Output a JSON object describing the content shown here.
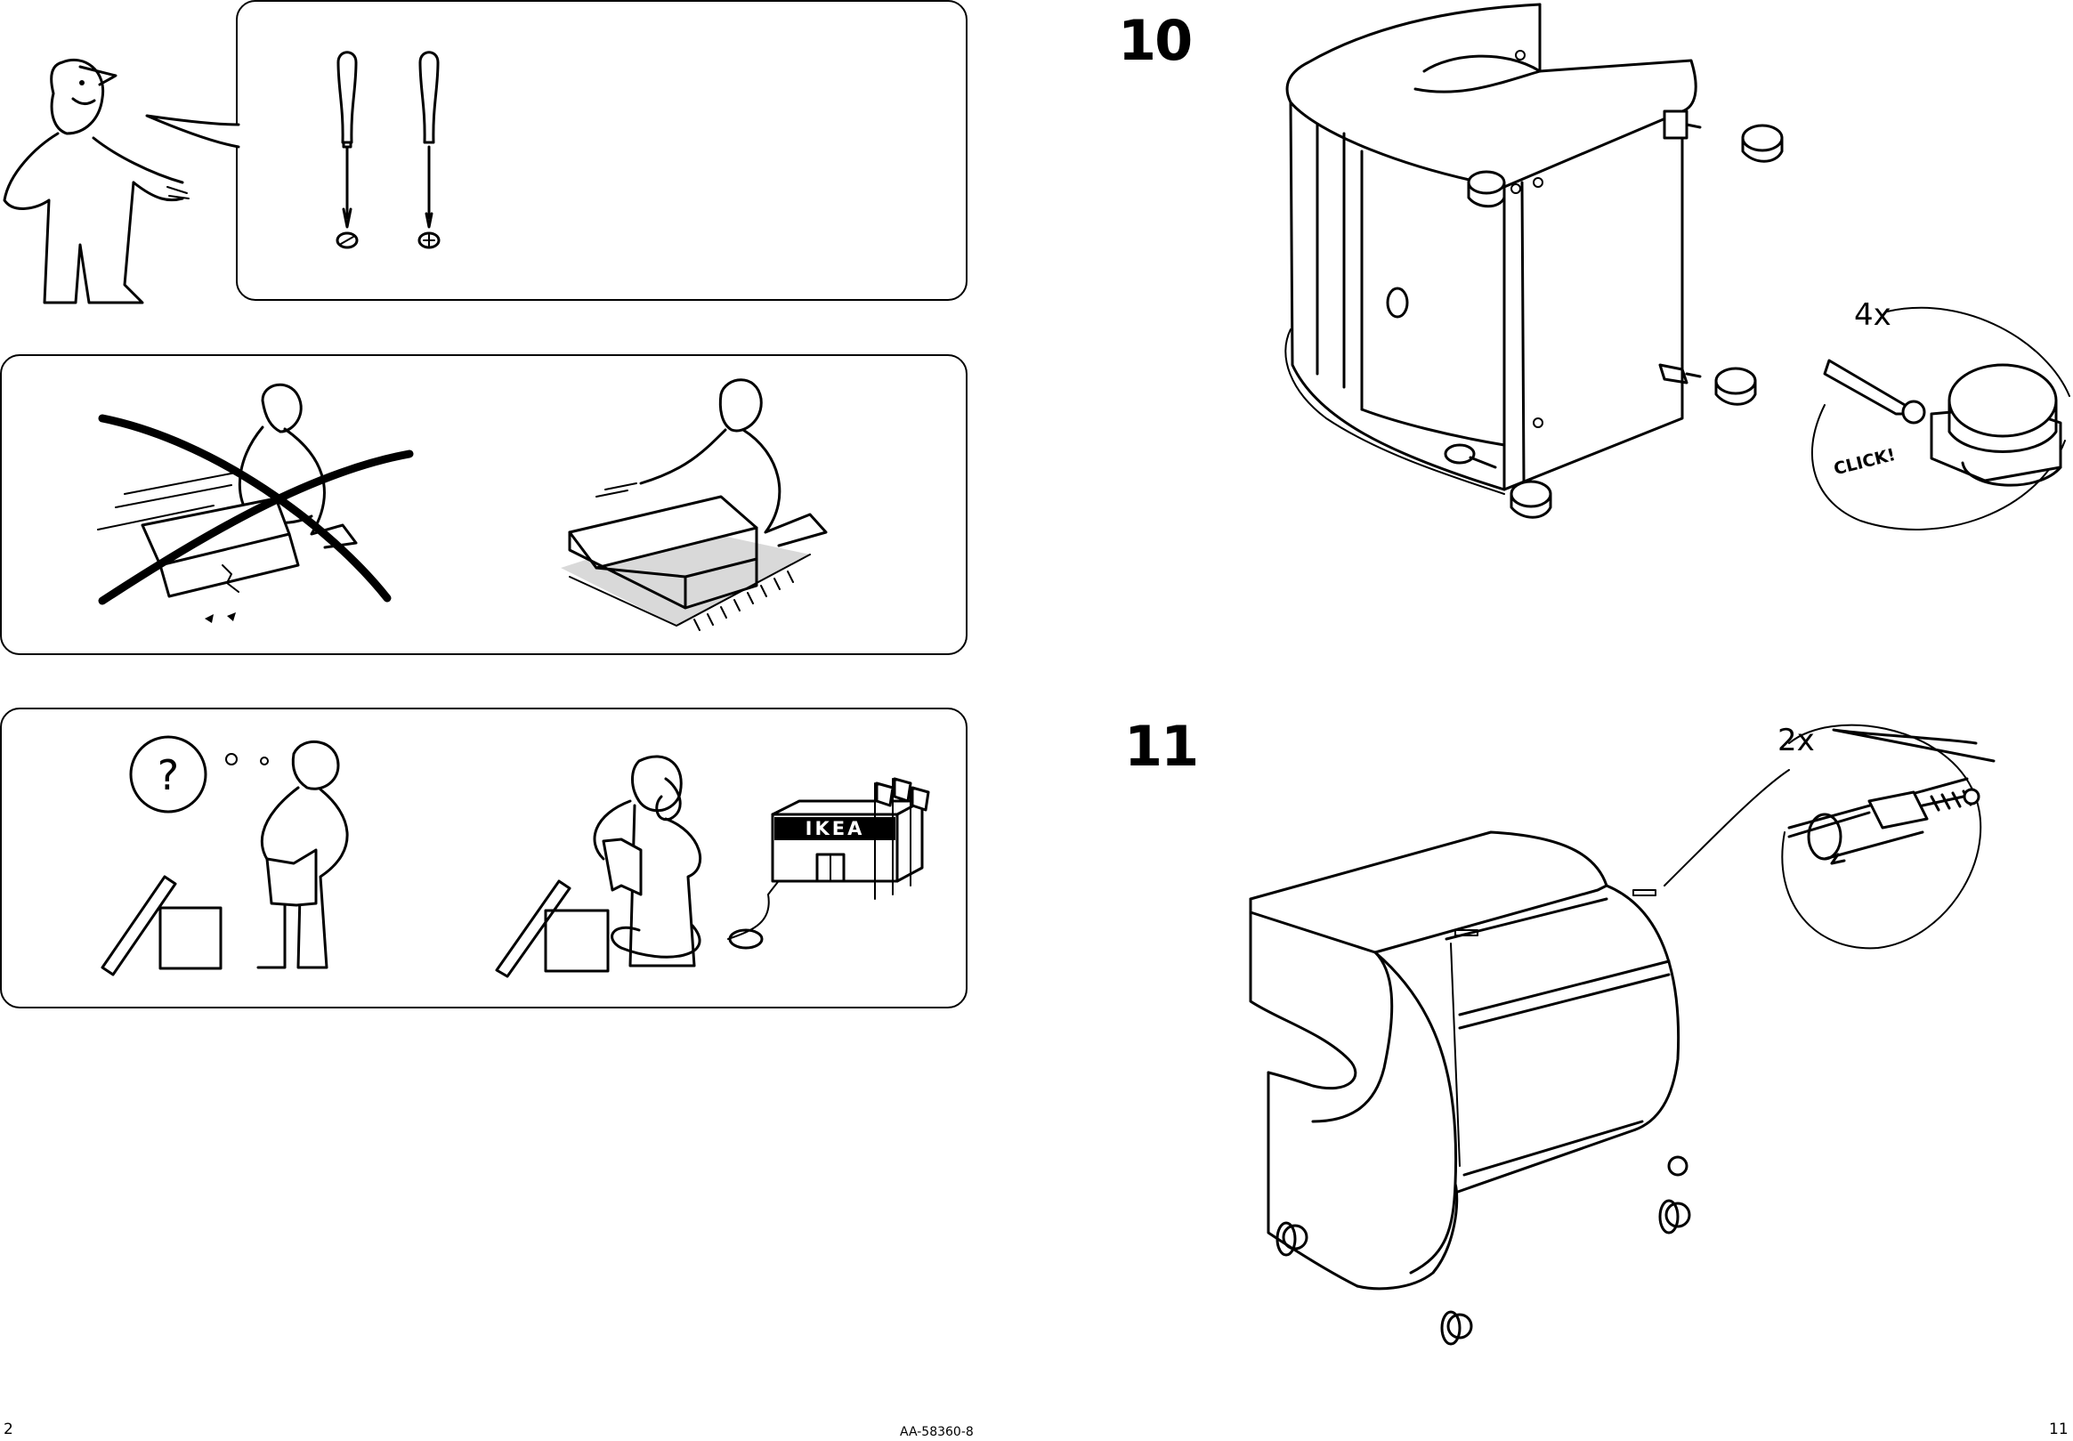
{
  "left_page": {
    "page_number": "2",
    "panels": [
      {
        "id": "tools",
        "description_icons": [
          "flat-screwdriver-icon",
          "phillips-screwdriver-icon"
        ]
      },
      {
        "id": "assemble-on-soft-surface"
      },
      {
        "id": "contact-ikea-for-help",
        "store_sign": "IKEA"
      }
    ]
  },
  "right_page": {
    "page_number": "11",
    "steps": [
      {
        "number": "10",
        "quantity": "4x",
        "callout": "CLICK!"
      },
      {
        "number": "11",
        "quantity": "2x"
      }
    ]
  },
  "footer": {
    "document_code": "AA-58360-8"
  },
  "colors": {
    "line": "#000000",
    "background": "#ffffff",
    "floor_shade": "#d9d9d9"
  }
}
